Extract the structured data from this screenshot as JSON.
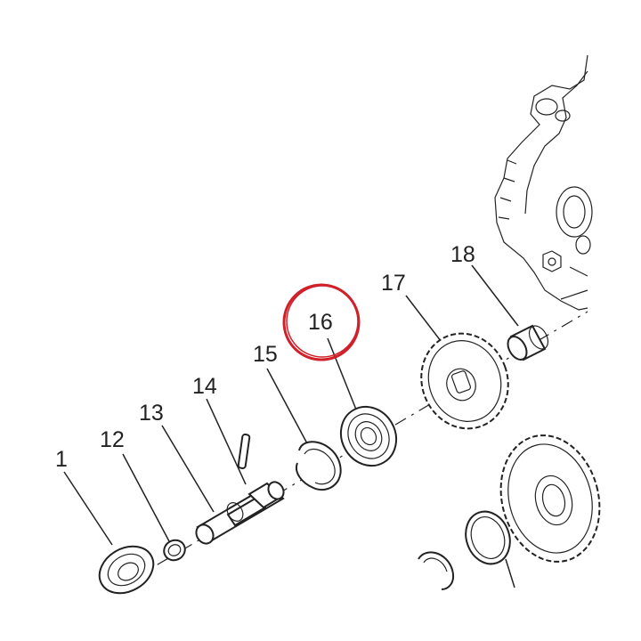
{
  "callouts": {
    "c1": "1",
    "c12": "12",
    "c13": "13",
    "c14": "14",
    "c15": "15",
    "c16": "16",
    "c17": "17",
    "c18": "18"
  },
  "highlight": {
    "callout": "16",
    "color": "#d0202a"
  }
}
